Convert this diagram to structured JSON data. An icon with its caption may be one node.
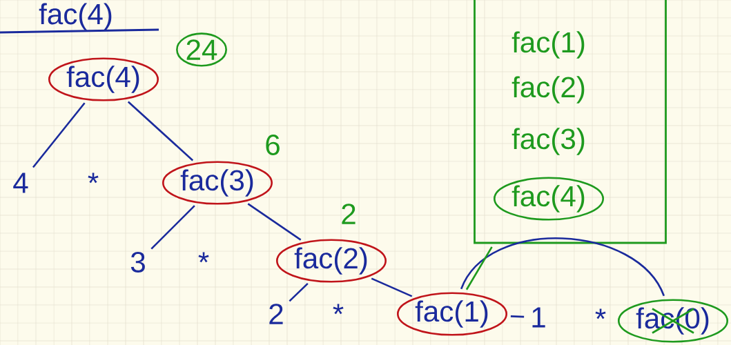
{
  "diagram": {
    "title": "fac(4)",
    "nodes": [
      {
        "text": [
          "fac(4)"
        ]
      },
      {
        "text": [
          "24"
        ]
      },
      {
        "text": [
          "4"
        ]
      },
      {
        "text": [
          "fac(3)"
        ],
        "beside": [
          "6"
        ]
      },
      {
        "text": [
          "3"
        ]
      },
      {
        "text": [
          "fac(2)"
        ],
        "beside": [
          "2"
        ]
      },
      {
        "text": [
          "2"
        ]
      },
      {
        "text": [
          "fac(1)"
        ]
      },
      {
        "text": [
          "1"
        ]
      },
      {
        "text": [
          "fac(0)"
        ]
      },
      {
        "text": [],
        "shape": "box"
      },
      {
        "text": [
          "fac(1)"
        ],
        "in": 10
      },
      {
        "text": [
          "fac(2)"
        ],
        "in": 10
      },
      {
        "text": [
          "fac(3)"
        ],
        "in": 10
      },
      {
        "text": [
          "fac(4)"
        ],
        "in": 10
      }
    ],
    "edges": [
      {
        "from": 0,
        "to": 2,
        "arrow": "none"
      },
      {
        "from": 0,
        "to": 3,
        "arrow": "none"
      },
      {
        "from": 3,
        "to": 4,
        "arrow": "none"
      },
      {
        "from": 3,
        "to": 5,
        "arrow": "none"
      },
      {
        "from": 5,
        "to": 6,
        "arrow": "none"
      },
      {
        "from": 5,
        "to": 7,
        "arrow": "none"
      },
      {
        "from": 7,
        "to": 8,
        "arrow": "none"
      },
      {
        "from": 7,
        "to": 9,
        "arrow": "none"
      },
      {
        "from": 7,
        "to": 10,
        "arrow": "none",
        "color": "#1e9a1e"
      }
    ],
    "labels": [
      "*",
      "*",
      "*",
      "*"
    ]
  }
}
